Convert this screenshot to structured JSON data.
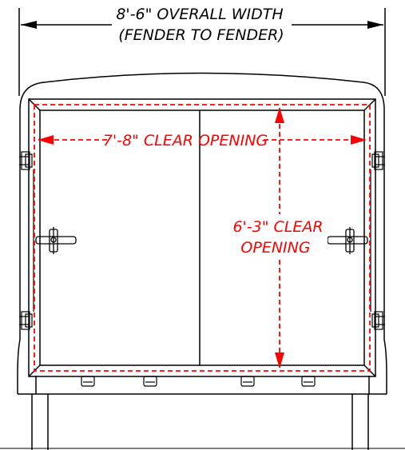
{
  "labels": {
    "overall_width_line1": "8'-6\" OVERALL WIDTH",
    "overall_width_line2": "(FENDER TO FENDER)",
    "clear_width": "7'-8\" CLEAR OPENING",
    "clear_height_line1": "6'-3\" CLEAR",
    "clear_height_line2": "OPENING"
  },
  "colors": {
    "line": "#000000",
    "dimension": "#ff0000",
    "background": "#ffffff"
  }
}
